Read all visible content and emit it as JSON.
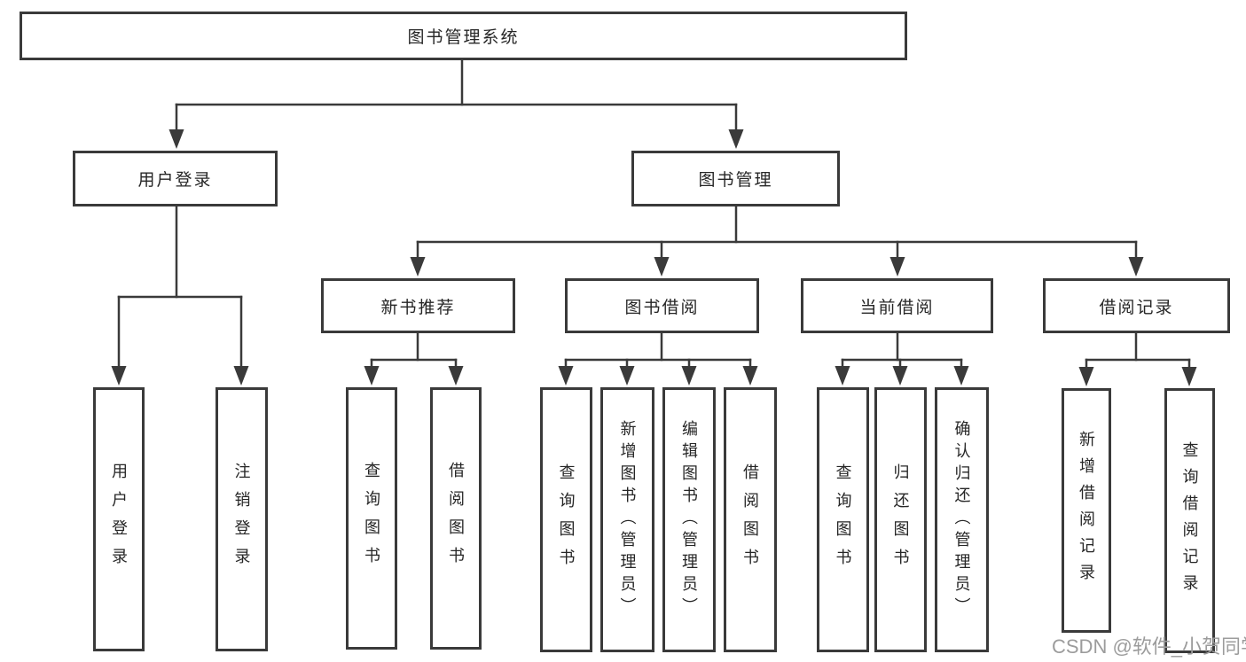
{
  "diagram": {
    "type": "feature-tree",
    "nodes": {
      "root": "图书管理系统",
      "user_login": "用户登录",
      "book_management": "图书管理",
      "new_book_recommend": "新书推荐",
      "book_borrowing": "图书借阅",
      "current_borrowing": "当前借阅",
      "borrow_records": "借阅记录",
      "leaf_user_login": "用户登录",
      "leaf_logout": "注销登录",
      "leaf_rec_query": "查询图书",
      "leaf_rec_borrow": "借阅图书",
      "leaf_bb_query": "查询图书",
      "leaf_bb_add": "新增图书（管理员）",
      "leaf_bb_edit": "编辑图书（管理员）",
      "leaf_bb_borrow": "借阅图书",
      "leaf_cb_query": "查询图书",
      "leaf_cb_return": "归还图书",
      "leaf_cb_confirm": "确认归还（管理员）",
      "leaf_br_add": "新增借阅记录",
      "leaf_br_query": "查询借阅记录"
    },
    "hierarchy": {
      "图书管理系统": {
        "用户登录": [
          "用户登录",
          "注销登录"
        ],
        "图书管理": {
          "新书推荐": [
            "查询图书",
            "借阅图书"
          ],
          "图书借阅": [
            "查询图书",
            "新增图书（管理员）",
            "编辑图书（管理员）",
            "借阅图书"
          ],
          "当前借阅": [
            "查询图书",
            "归还图书",
            "确认归还（管理员）"
          ],
          "借阅记录": [
            "新增借阅记录",
            "查询借阅记录"
          ]
        }
      }
    }
  },
  "watermark": "CSDN @软件_小贺同学",
  "colors": {
    "line": "#3a3a3a",
    "box_border": "#3a3a3a",
    "text": "#262626",
    "watermark": "#9c9c9c",
    "background": "#ffffff"
  }
}
